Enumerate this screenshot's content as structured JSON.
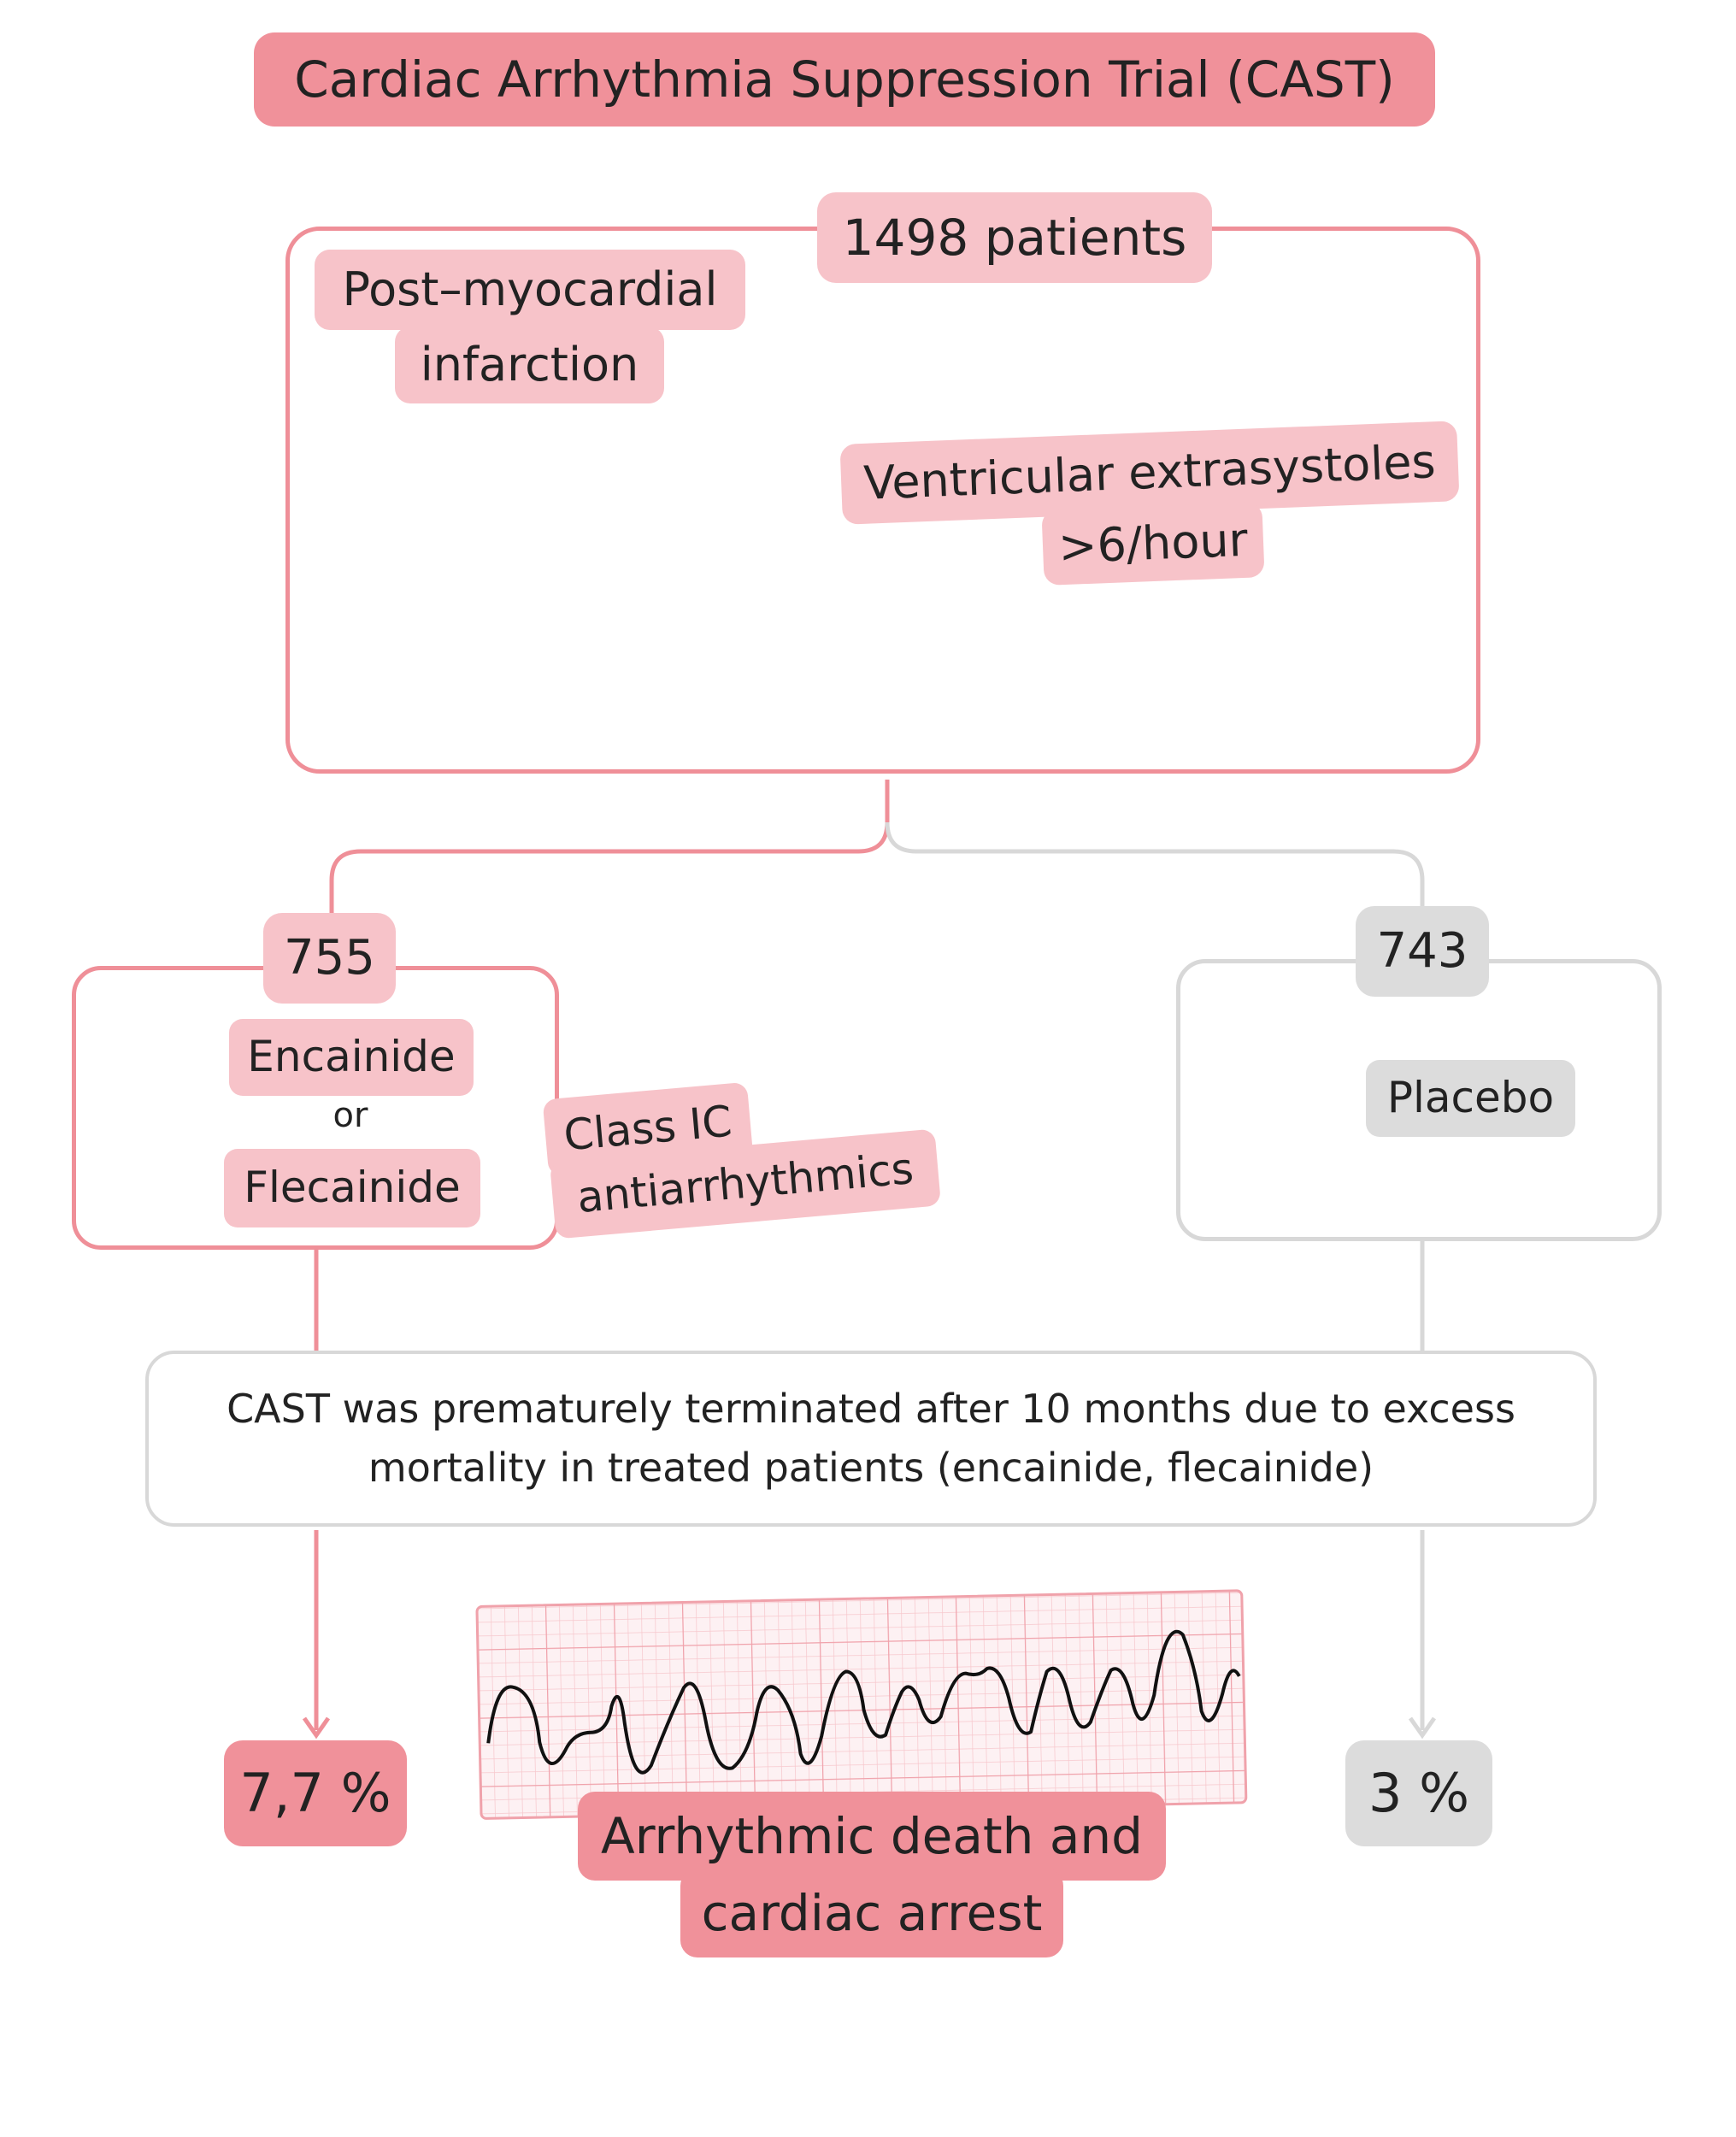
{
  "title": "Cardiac Arrhythmia Suppression Trial (CAST)",
  "total_patients": "1498 patients",
  "inclusion": {
    "mi_line1": "Post–myocardial",
    "mi_line2": "infarction",
    "ves_line1": "Ventricular extrasystoles",
    "ves_line2": ">6/hour"
  },
  "treatment_arm": {
    "count": "755",
    "drug1": "Encainide",
    "connector": "or",
    "drug2": "Flecainide",
    "class_line1": "Class IC",
    "class_line2": "antiarrhythmics"
  },
  "placebo_arm": {
    "count": "743",
    "label": "Placebo"
  },
  "termination": {
    "line1": "CAST was prematurely terminated after 10 months due to excess",
    "line2": "mortality in treated patients (encainide, flecainide)"
  },
  "outcome": {
    "treated_rate": "7,7 %",
    "placebo_rate": "3 %",
    "label_line1": "Arrhythmic death and",
    "label_line2": "cardiac arrest"
  },
  "colors": {
    "rose": "#f0919a",
    "pink": "#f7c3c9",
    "outline_pink": "#ef8f98",
    "grey": "#dcdcdc",
    "outline_grey": "#d5d5d5",
    "ecg_grid": "#f3a9b2"
  },
  "icons": [
    "heart-illustration",
    "ecg-strip",
    "red-pill-icon",
    "grey-pill-icon",
    "ecg-fibrillation-strip"
  ]
}
